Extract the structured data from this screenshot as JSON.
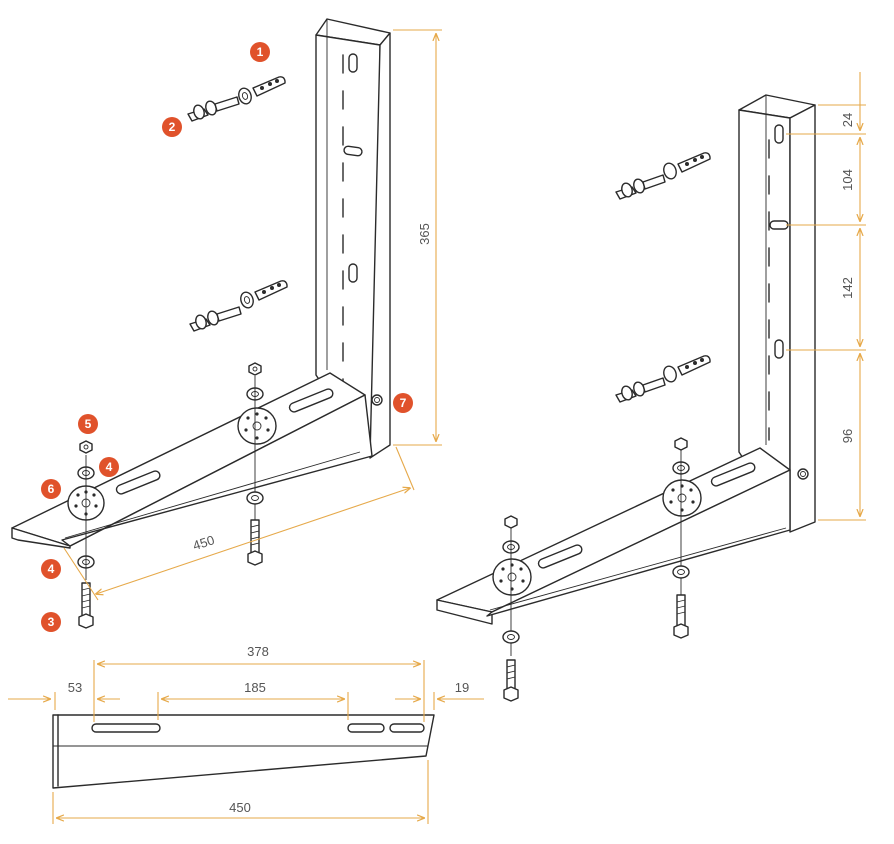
{
  "colors": {
    "line": "#2b2b2b",
    "dimension": "#e6a94a",
    "badge": "#e0522b",
    "text": "#555555"
  },
  "parts": [
    "1",
    "2",
    "3",
    "4",
    "4",
    "5",
    "6",
    "7"
  ],
  "left_bracket": {
    "height": "365",
    "arm_length": "450"
  },
  "right_bracket": {
    "spacing_top": "24",
    "spacing_upper": "104",
    "spacing_middle": "142",
    "spacing_lower": "96"
  },
  "arm_side_view": {
    "slot_span": "378",
    "edge_left": "53",
    "slot_gap": "185",
    "edge_right": "19",
    "total_length": "450"
  }
}
